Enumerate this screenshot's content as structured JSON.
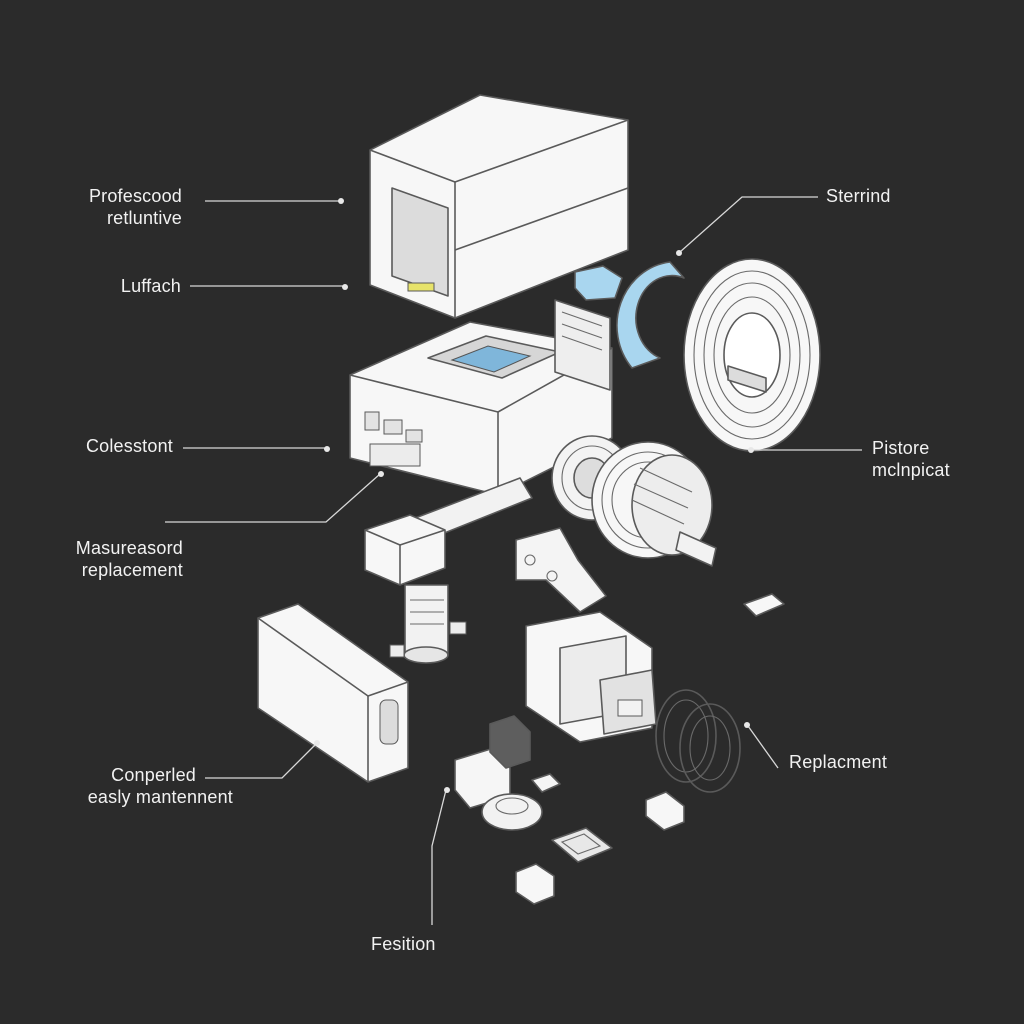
{
  "callouts": {
    "profescood": [
      "Profescood",
      "retluntive"
    ],
    "luffach": [
      "Luffach"
    ],
    "colesstont": [
      "Colesstont"
    ],
    "masureasord": [
      "Masureasord",
      "replacement"
    ],
    "conperled": [
      "Conperled",
      "easly mantennent"
    ],
    "fesition": [
      "Fesition"
    ],
    "sterrind": [
      "Sterrind"
    ],
    "pistore": [
      "Pistore",
      "mclnpicat"
    ],
    "replacment": [
      "Replacment"
    ]
  },
  "colors": {
    "background": "#2b2b2b",
    "part_fill": "#f7f7f7",
    "part_shade": "#d9d9d9",
    "accent_blue": "#a9d6ef",
    "label_text": "#f2f2f2"
  }
}
